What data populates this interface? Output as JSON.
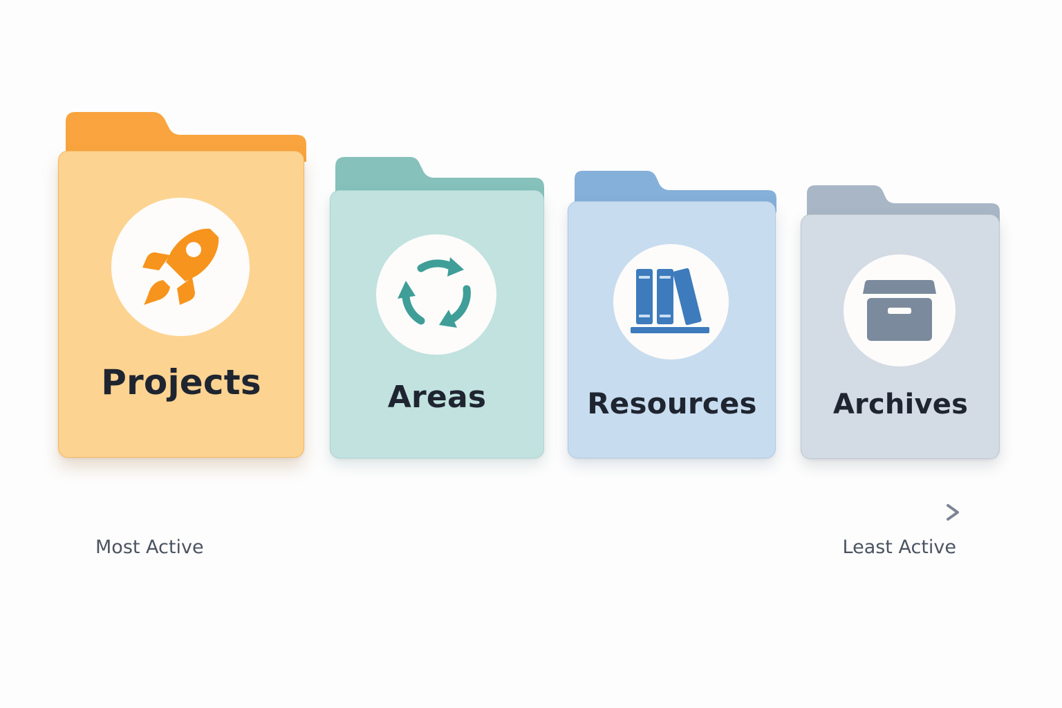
{
  "folders": [
    {
      "label": "Projects",
      "icon": "rocket-icon",
      "tab_color": "#f9a43e",
      "body_color": "#fdd391",
      "icon_color": "#f7941d"
    },
    {
      "label": "Areas",
      "icon": "cycle-arrows-icon",
      "tab_color": "#86c1bb",
      "body_color": "#c1e2df",
      "icon_color": "#3f9e98"
    },
    {
      "label": "Resources",
      "icon": "books-icon",
      "tab_color": "#85b0d9",
      "body_color": "#c8dcef",
      "icon_color": "#3d7bbd"
    },
    {
      "label": "Archives",
      "icon": "archive-box-icon",
      "tab_color": "#a8b6c6",
      "body_color": "#d3dbe4",
      "icon_color": "#7b8a9c"
    }
  ],
  "scale": {
    "start_label": "Most Active",
    "end_label": "Least Active",
    "start_color": "#f9a43e",
    "end_color": "#7b8594"
  }
}
